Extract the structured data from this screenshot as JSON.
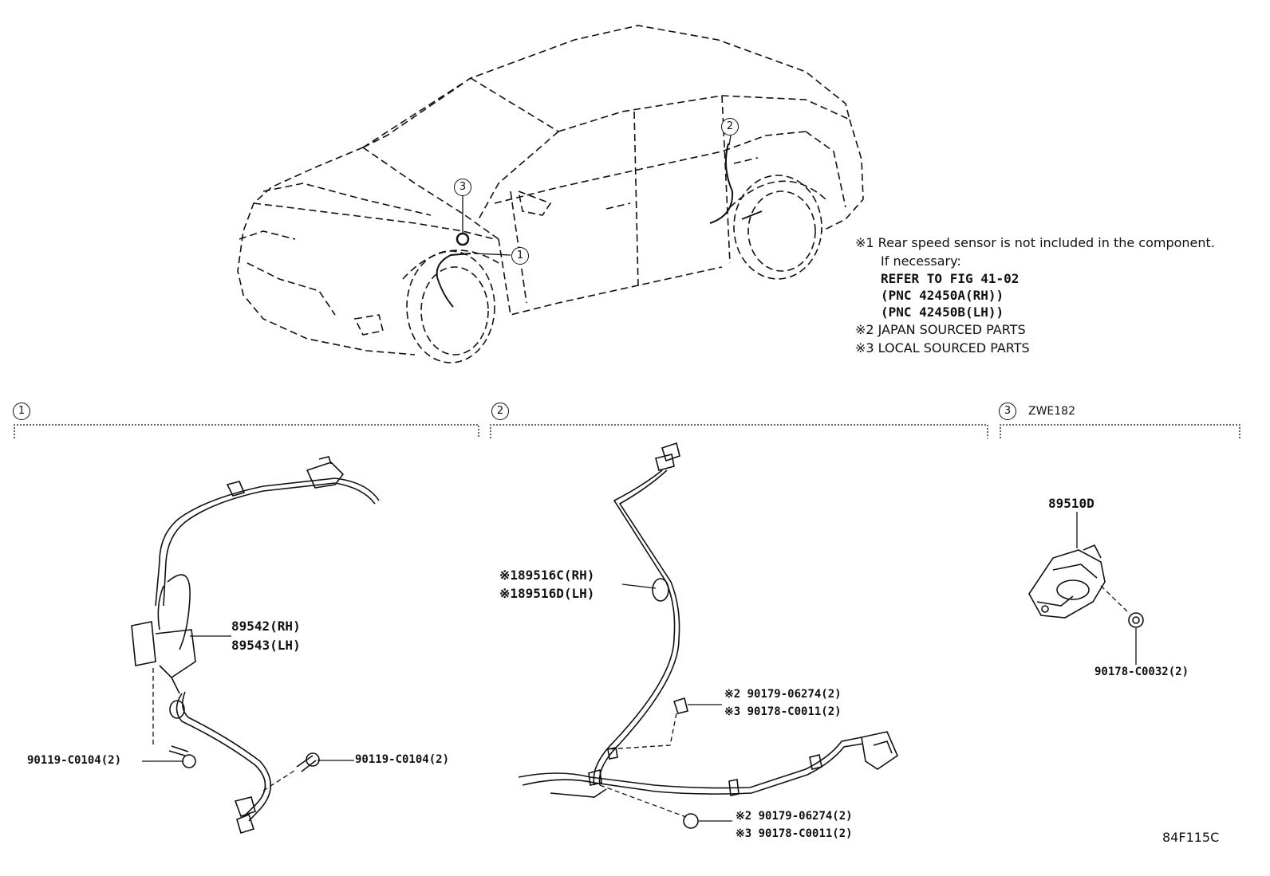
{
  "notes": {
    "note1_line1": "※1 Rear speed sensor is not included in the component.",
    "note1_line2": "If necessary:",
    "note1_line3": "REFER TO FIG 41-02",
    "note1_line4": "(PNC 42450A(RH))",
    "note1_line5": "(PNC 42450B(LH))",
    "note2": "※2 JAPAN SOURCED PARTS",
    "note3": "※3 LOCAL SOURCED PARTS"
  },
  "callouts": {
    "c1": "1",
    "c2": "2",
    "c3": "3"
  },
  "sections": {
    "s1_num": "1",
    "s2_num": "2",
    "s3_num": "3",
    "s3_code": "ZWE182"
  },
  "section1": {
    "part_rh": "89542(RH)",
    "part_lh": "89543(LH)",
    "bolt_left": "90119-C0104(2)",
    "bolt_right": "90119-C0104(2)"
  },
  "section2": {
    "sensor_rh": "※189516C(RH)",
    "sensor_lh": "※189516D(LH)",
    "clip_a_1": "※2 90179-06274(2)",
    "clip_a_2": "※3 90178-C0011(2)",
    "clip_b_1": "※2 90179-06274(2)",
    "clip_b_2": "※3 90178-C0011(2)"
  },
  "section3": {
    "part": "89510D",
    "nut": "90178-C0032(2)"
  },
  "figure_code": "84F115C"
}
